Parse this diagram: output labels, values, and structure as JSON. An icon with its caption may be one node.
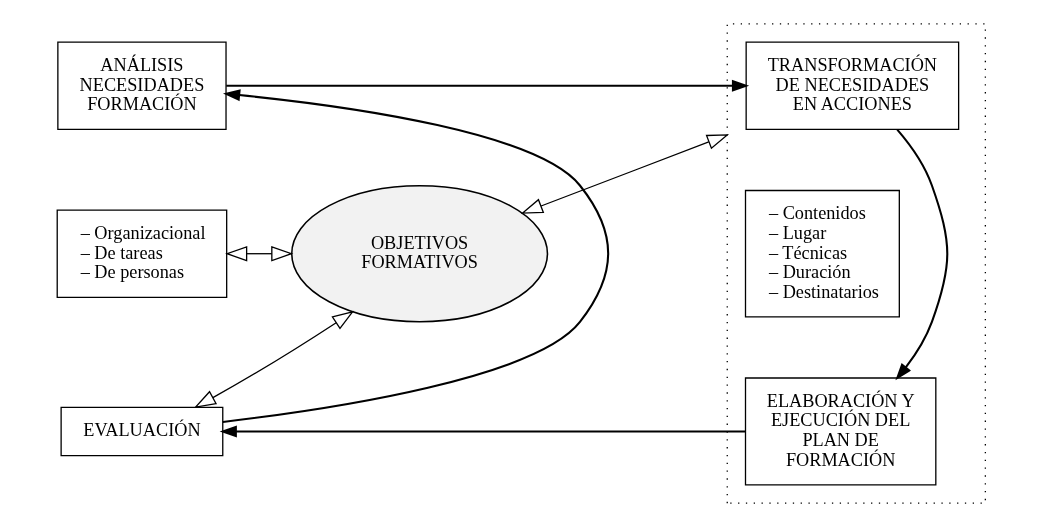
{
  "diagram": {
    "nodes": [
      {
        "text": [
          "ANÁLISIS NECESIDADES FORMACIÓN"
        ]
      },
      {
        "text": [
          "– Organizacional",
          "– De tareas",
          "– De personas"
        ]
      },
      {
        "text": [
          "OBJETIVOS FORMATIVOS"
        ]
      },
      {
        "text": [],
        "shape": "box"
      },
      {
        "text": [
          "TRANSFORMACIÓN DE NECESIDADES EN ACCIONES"
        ],
        "in": 3
      },
      {
        "text": [
          "– Contenidos",
          "– Lugar",
          "– Técnicas",
          "– Duración",
          "– Destinatarios"
        ],
        "in": 3
      },
      {
        "text": [
          "ELABORACIÓN Y EJECUCIÓN DEL PLAN DE FORMACIÓN"
        ],
        "in": 3
      },
      {
        "text": [
          "EVALUACIÓN"
        ]
      }
    ],
    "edges": [
      {
        "from": 0,
        "to": 4,
        "arrow": "to"
      },
      {
        "from": 4,
        "to": 6,
        "arrow": "to"
      },
      {
        "from": 6,
        "to": 7,
        "arrow": "to"
      },
      {
        "from": 7,
        "to": 0,
        "arrow": "to"
      },
      {
        "from": 1,
        "to": 2,
        "arrow": "both"
      },
      {
        "from": 7,
        "to": 2,
        "arrow": "both"
      },
      {
        "from": 2,
        "to": 3,
        "arrow": "both"
      }
    ]
  }
}
